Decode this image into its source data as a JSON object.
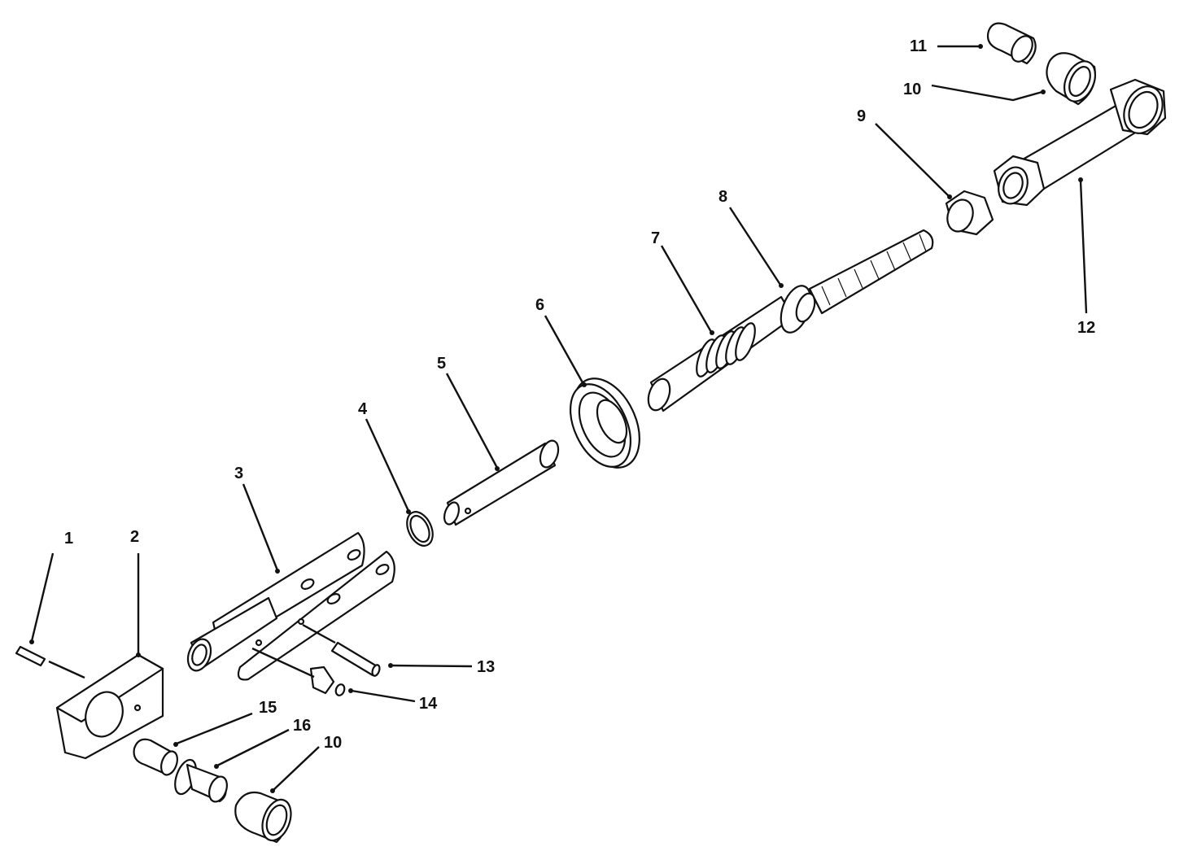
{
  "diagram": {
    "type": "exploded-parts-view",
    "background": "#ffffff",
    "line_color": "#111111",
    "callouts": [
      {
        "id": "1",
        "label": "1",
        "part": "pin"
      },
      {
        "id": "2",
        "label": "2",
        "part": "end block"
      },
      {
        "id": "3",
        "label": "3",
        "part": "clevis bracket"
      },
      {
        "id": "4",
        "label": "4",
        "part": "ring"
      },
      {
        "id": "5",
        "label": "5",
        "part": "clevis pin"
      },
      {
        "id": "6",
        "label": "6",
        "part": "cup washer"
      },
      {
        "id": "7",
        "label": "7",
        "part": "spring"
      },
      {
        "id": "8",
        "label": "8",
        "part": "threaded rod with collar"
      },
      {
        "id": "9",
        "label": "9",
        "part": "hex nut"
      },
      {
        "id": "10",
        "label": "10",
        "part": "bushing (upper)"
      },
      {
        "id": "11",
        "label": "11",
        "part": "sleeve"
      },
      {
        "id": "12",
        "label": "12",
        "part": "rod end"
      },
      {
        "id": "13",
        "label": "13",
        "part": "pin"
      },
      {
        "id": "14",
        "label": "14",
        "part": "grease fitting"
      },
      {
        "id": "15",
        "label": "15",
        "part": "sleeve"
      },
      {
        "id": "16",
        "label": "16",
        "part": "flanged bushing"
      },
      {
        "id": "10b",
        "label": "10",
        "part": "bushing (lower)"
      }
    ]
  }
}
